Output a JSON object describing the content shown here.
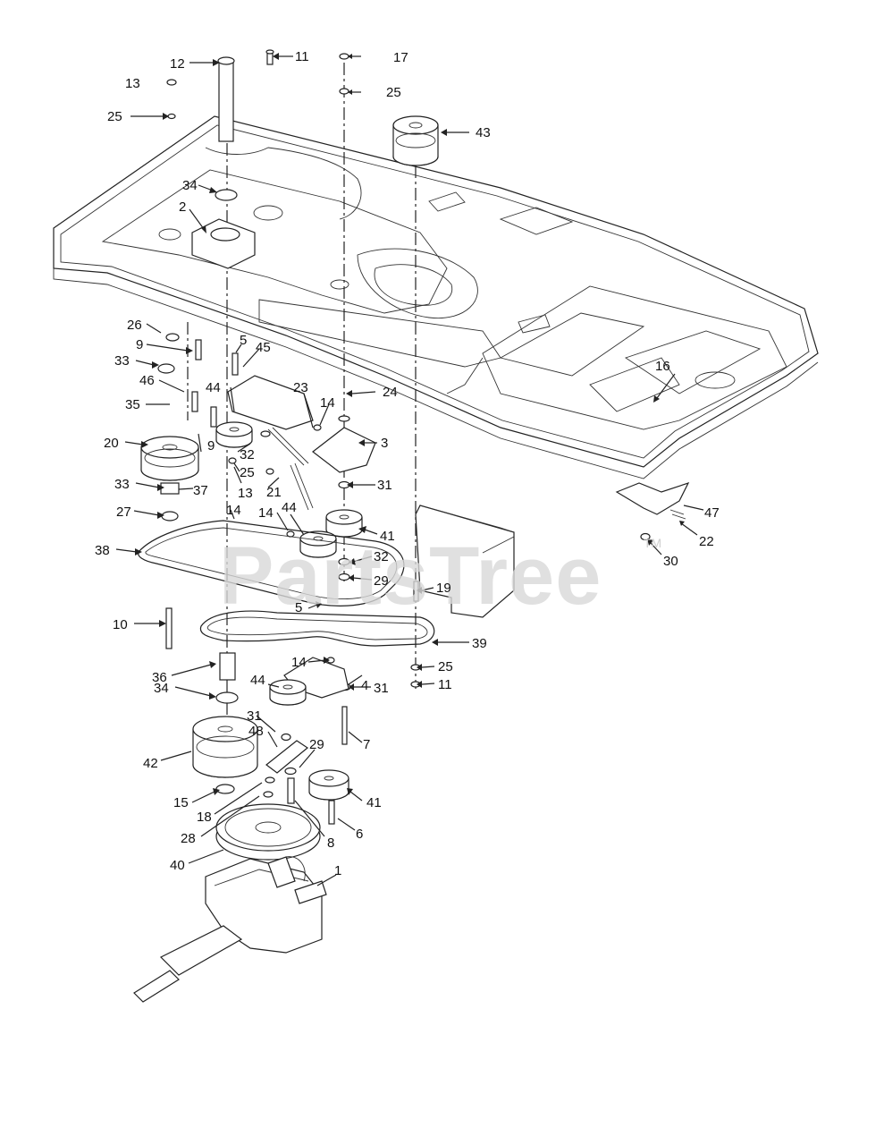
{
  "watermark": {
    "text": "PartsTree",
    "trademark": "TM"
  },
  "callouts": [
    {
      "id": "c12a",
      "label": "12"
    },
    {
      "id": "c11a",
      "label": "11"
    },
    {
      "id": "c17",
      "label": "17"
    },
    {
      "id": "c13a",
      "label": "13"
    },
    {
      "id": "c25a",
      "label": "25"
    },
    {
      "id": "c25b",
      "label": "25"
    },
    {
      "id": "c43",
      "label": "43"
    },
    {
      "id": "c34a",
      "label": "34"
    },
    {
      "id": "c2",
      "label": "2"
    },
    {
      "id": "c26",
      "label": "26"
    },
    {
      "id": "c9a",
      "label": "9"
    },
    {
      "id": "c5a",
      "label": "5"
    },
    {
      "id": "c45",
      "label": "45"
    },
    {
      "id": "c33a",
      "label": "33"
    },
    {
      "id": "c16",
      "label": "16"
    },
    {
      "id": "c46",
      "label": "46"
    },
    {
      "id": "c44a",
      "label": "44"
    },
    {
      "id": "c23",
      "label": "23"
    },
    {
      "id": "c35",
      "label": "35"
    },
    {
      "id": "c14a",
      "label": "14"
    },
    {
      "id": "c24",
      "label": "24"
    },
    {
      "id": "c20",
      "label": "20"
    },
    {
      "id": "c3",
      "label": "3"
    },
    {
      "id": "c9b",
      "label": "9"
    },
    {
      "id": "c32a",
      "label": "32"
    },
    {
      "id": "c25c",
      "label": "25"
    },
    {
      "id": "c31a",
      "label": "31"
    },
    {
      "id": "c33b",
      "label": "33"
    },
    {
      "id": "c37",
      "label": "37"
    },
    {
      "id": "c13b",
      "label": "13"
    },
    {
      "id": "c21",
      "label": "21"
    },
    {
      "id": "c47",
      "label": "47"
    },
    {
      "id": "c27",
      "label": "27"
    },
    {
      "id": "c14b",
      "label": "14"
    },
    {
      "id": "c14c",
      "label": "14"
    },
    {
      "id": "c44b",
      "label": "44"
    },
    {
      "id": "c22",
      "label": "22"
    },
    {
      "id": "c41a",
      "label": "41"
    },
    {
      "id": "c38",
      "label": "38"
    },
    {
      "id": "c30",
      "label": "30"
    },
    {
      "id": "c32b",
      "label": "32"
    },
    {
      "id": "c29a",
      "label": "29"
    },
    {
      "id": "c19",
      "label": "19"
    },
    {
      "id": "c5b",
      "label": "5"
    },
    {
      "id": "c10",
      "label": "10"
    },
    {
      "id": "c39",
      "label": "39"
    },
    {
      "id": "c14d",
      "label": "14"
    },
    {
      "id": "c25d",
      "label": "25"
    },
    {
      "id": "c36",
      "label": "36"
    },
    {
      "id": "c11b",
      "label": "11"
    },
    {
      "id": "c4",
      "label": "4"
    },
    {
      "id": "c44c",
      "label": "44"
    },
    {
      "id": "c34b",
      "label": "34"
    },
    {
      "id": "c31b",
      "label": "31"
    },
    {
      "id": "c31c",
      "label": "31"
    },
    {
      "id": "c48",
      "label": "48"
    },
    {
      "id": "c7",
      "label": "7"
    },
    {
      "id": "c29b",
      "label": "29"
    },
    {
      "id": "c42",
      "label": "42"
    },
    {
      "id": "c15",
      "label": "15"
    },
    {
      "id": "c41b",
      "label": "41"
    },
    {
      "id": "c18",
      "label": "18"
    },
    {
      "id": "c28",
      "label": "28"
    },
    {
      "id": "c8",
      "label": "8"
    },
    {
      "id": "c6",
      "label": "6"
    },
    {
      "id": "c40",
      "label": "40"
    },
    {
      "id": "c1",
      "label": "1"
    }
  ]
}
